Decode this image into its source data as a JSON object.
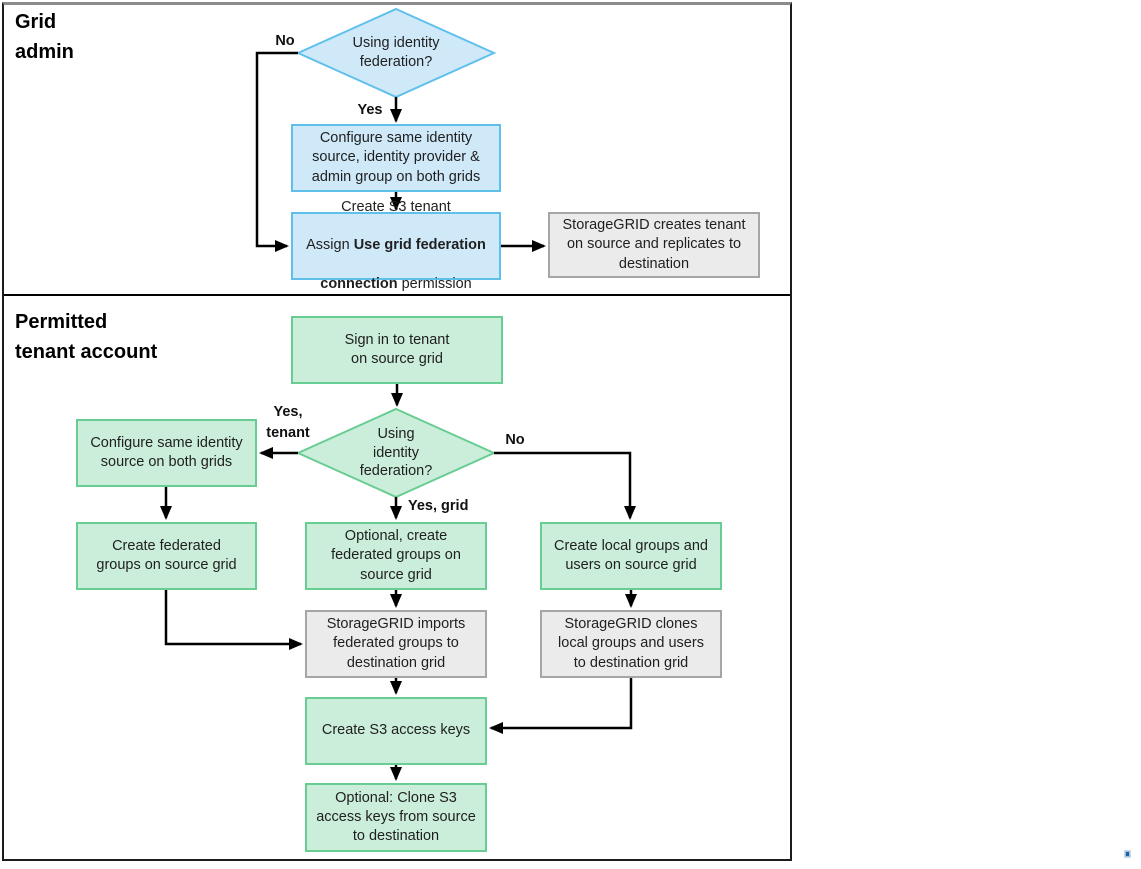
{
  "sections": {
    "grid_admin": {
      "title": "Grid\nadmin",
      "decision": "Using identity\nfederation?",
      "branch_no": "No",
      "branch_yes": "Yes",
      "configure_identity": "Configure same identity\nsource, identity provider &\nadmin group on both grids",
      "create_tenant": {
        "line1": "Create S3 tenant",
        "line2_normal": "Assign ",
        "line2_bold": "Use grid federation",
        "line3_bold": "connection",
        "line3_normal": " permission"
      },
      "storagegrid_replicates": "StorageGRID creates tenant\non source and replicates to\ndestination"
    },
    "tenant_account": {
      "title": "Permitted\ntenant account",
      "sign_in": "Sign in to tenant\non source grid",
      "decision": "Using\nidentity\nfederation?",
      "branch_yes_tenant": "Yes,\ntenant",
      "branch_yes_grid": "Yes, grid",
      "branch_no": "No",
      "configure_identity": "Configure same identity\nsource on both grids",
      "create_federated": "Create federated\ngroups on source grid",
      "optional_federated": "Optional, create\nfederated groups on\nsource grid",
      "create_local": "Create local groups and\nusers on source grid",
      "storagegrid_imports": "StorageGRID imports\nfederated groups to\ndestination grid",
      "storagegrid_clones": "StorageGRID clones\nlocal groups and users\nto destination grid",
      "access_keys": "Create S3 access keys",
      "clone_keys": "Optional: Clone S3\naccess keys from source\nto destination"
    }
  },
  "colors": {
    "blue_fill": "#cfe9f9",
    "blue_border": "#5fc0ec",
    "green_fill": "#cbeeda",
    "green_border": "#68cd92",
    "gray_fill": "#ebebeb",
    "gray_border": "#a6a6a6",
    "connector": "#000000",
    "frame_border": "#1c1c1c"
  }
}
